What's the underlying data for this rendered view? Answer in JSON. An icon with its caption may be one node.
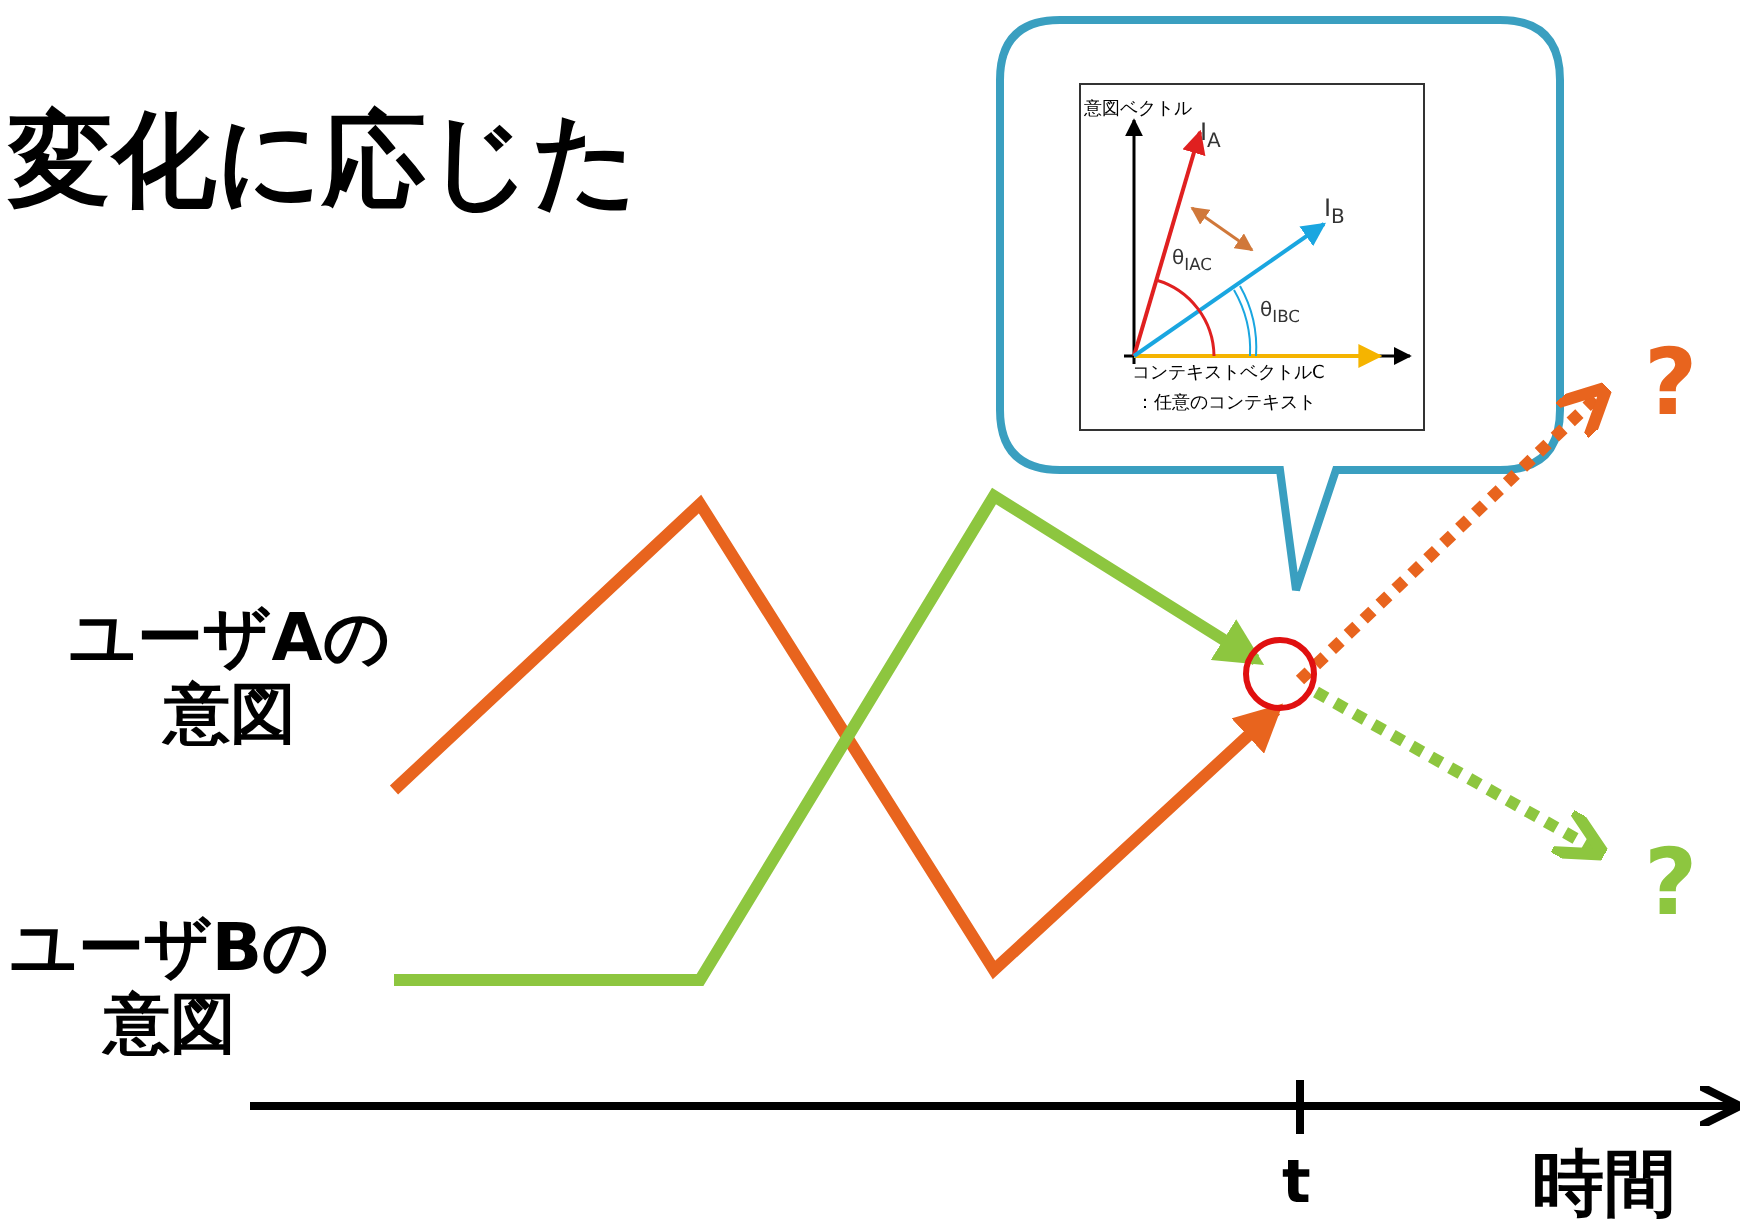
{
  "diagram": {
    "title": "変化に応じた",
    "labels": [
      "ユーザAの意図",
      "ユーザBの意図",
      "?",
      "?",
      "t",
      "時間",
      "意図ベクトル",
      "I$_{A}$",
      "I$_{B}$",
      "θ$_{IAC}$",
      "θ$_{IBC}$",
      "コンテキストベクトルC",
      "：任意のコンテキスト"
    ]
  }
}
